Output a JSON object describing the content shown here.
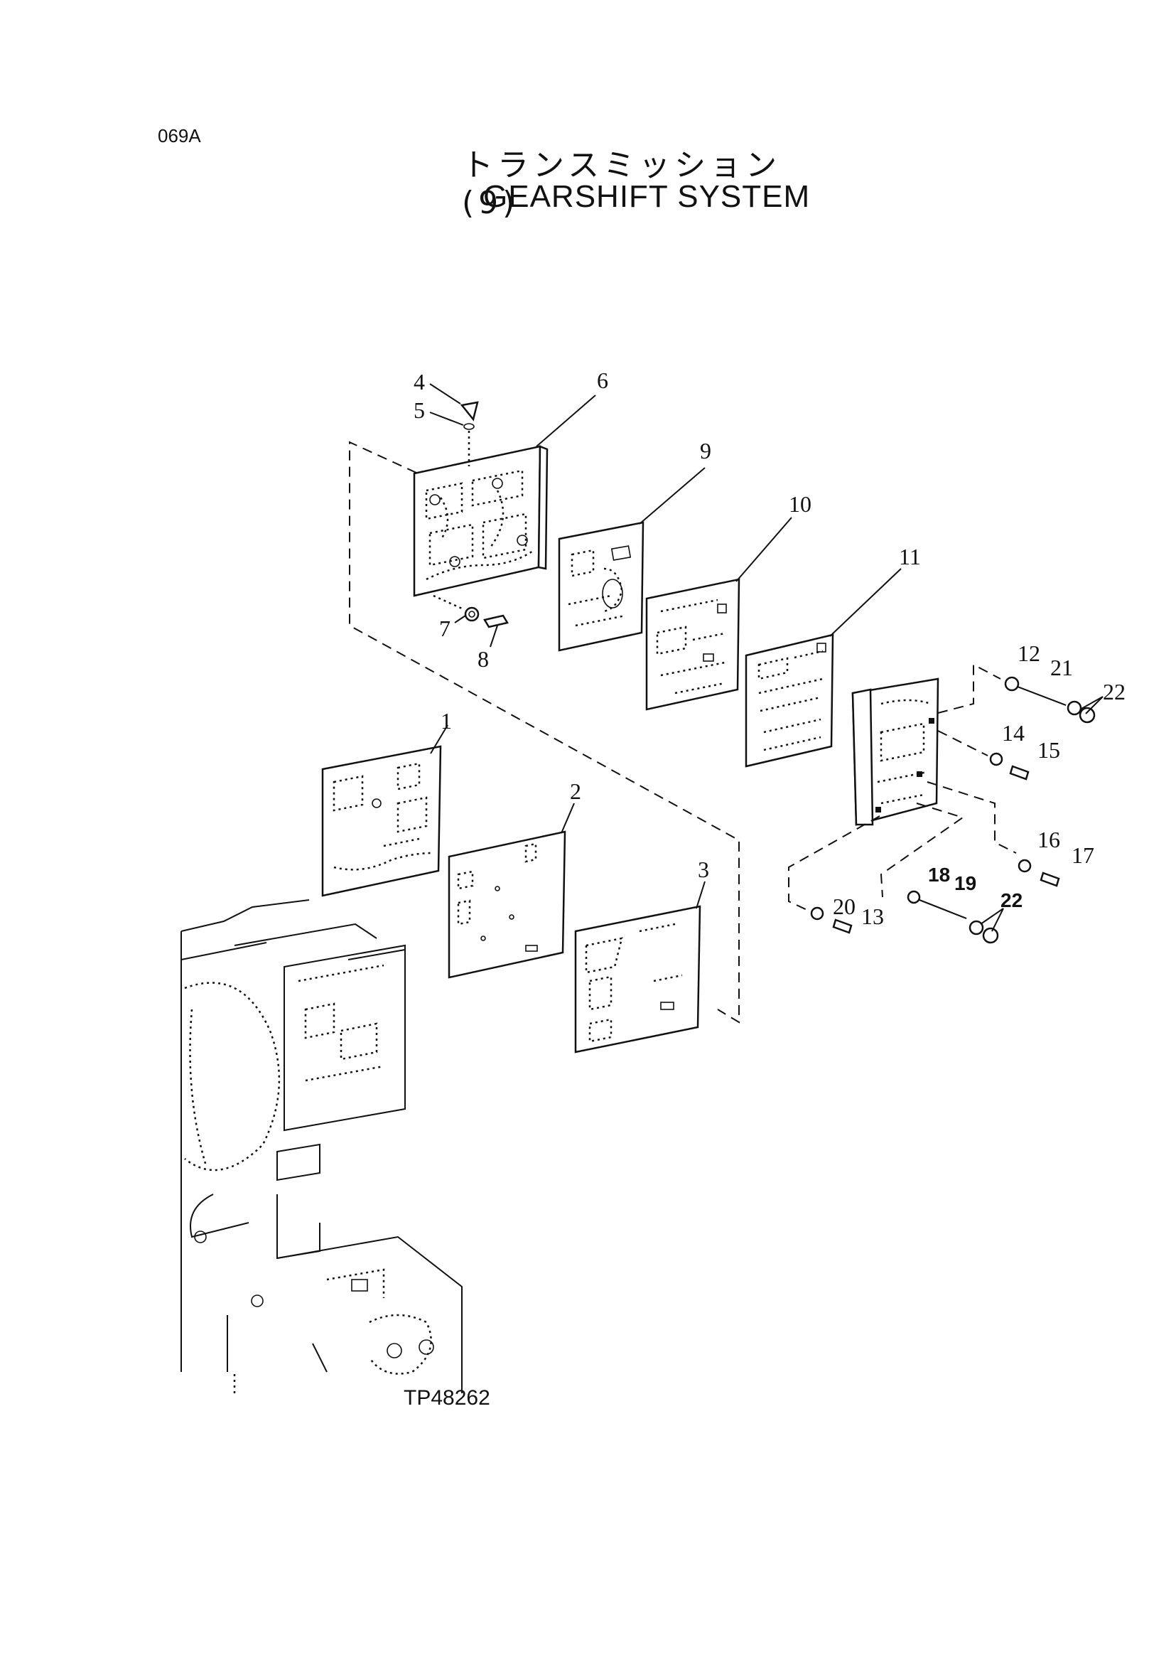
{
  "header": {
    "page_code": "069A",
    "title_jp": "トランスミッション (9)",
    "title_en": "GEARSHIFT  SYSTEM"
  },
  "figure": {
    "code": "TP48262",
    "callouts": {
      "c1": "1",
      "c2": "2",
      "c3": "3",
      "c4": "4",
      "c5": "5",
      "c6": "6",
      "c7": "7",
      "c8": "8",
      "c9": "9",
      "c10": "10",
      "c11": "11",
      "c12": "12",
      "c13": "13",
      "c14": "14",
      "c15": "15",
      "c16": "16",
      "c17": "17",
      "c18": "18",
      "c19": "19",
      "c20": "20",
      "c21": "21",
      "c22a": "22",
      "c22b": "22"
    }
  }
}
